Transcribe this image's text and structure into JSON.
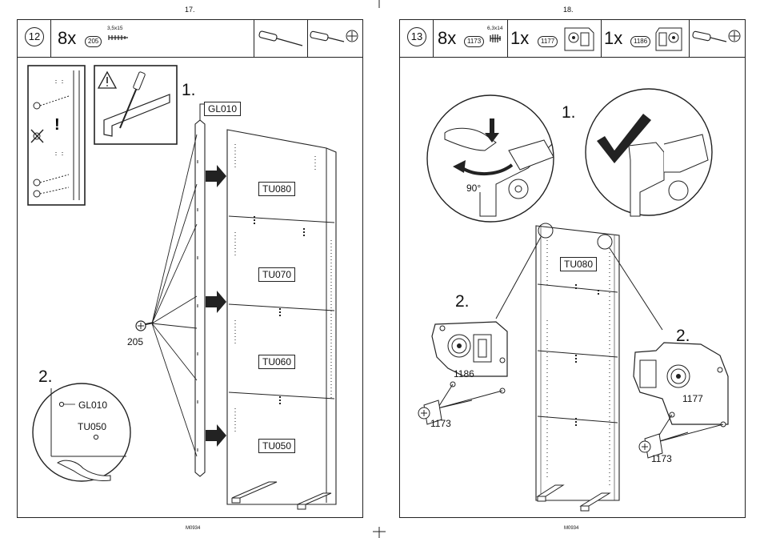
{
  "pages": [
    {
      "number": "17.",
      "footer": "M0934",
      "step": "12",
      "header": {
        "quantity": "8x",
        "part": "205",
        "spec": "3,5x15"
      },
      "tools": [
        "screwdriver-icon",
        "crosshead-screwdriver-icon"
      ],
      "sub1": "1.",
      "sub2": "2.",
      "tags": [
        "GL010",
        "TU080",
        "TU070",
        "TU060",
        "TU050"
      ],
      "screw_label": "205",
      "detail": {
        "top": "GL010",
        "bottom": "TU050"
      }
    },
    {
      "number": "18.",
      "footer": "M0934",
      "step": "13",
      "header": {
        "items": [
          {
            "quantity": "8x",
            "part": "1173",
            "spec": "6,3x14"
          },
          {
            "quantity": "1x",
            "part": "1177"
          },
          {
            "quantity": "1x",
            "part": "1186"
          }
        ]
      },
      "tools": [
        "crosshead-screwdriver-icon"
      ],
      "sub1": "1.",
      "angle": "90°",
      "tag": "TU080",
      "left": {
        "sub": "2.",
        "roller": "1186",
        "dowel": "1173"
      },
      "right": {
        "sub": "2.",
        "roller": "1177",
        "dowel": "1173"
      }
    }
  ]
}
